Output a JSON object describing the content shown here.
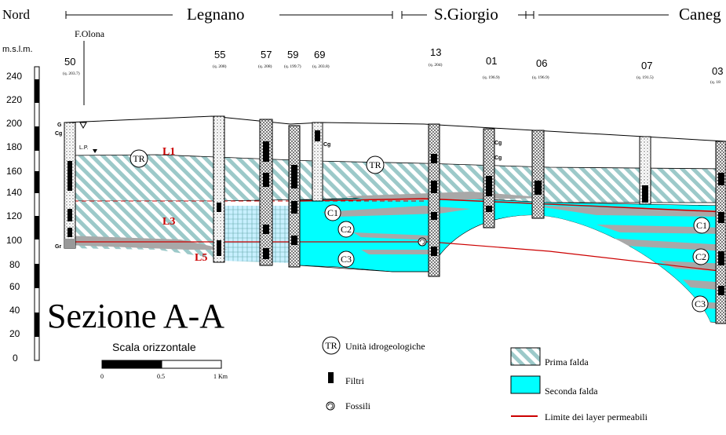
{
  "header": {
    "nord": "Nord",
    "towns": {
      "legnano": "Legnano",
      "sgiorgio": "S.Giorgio",
      "canegrate": "Caneg"
    }
  },
  "axis": {
    "unit": "m.s.l.m.",
    "ticks": [
      "240",
      "220",
      "200",
      "180",
      "160",
      "140",
      "120",
      "100",
      "80",
      "60",
      "40",
      "20",
      "0"
    ]
  },
  "river": "F.Olona",
  "wells": [
    {
      "id": "50",
      "q": "(q. 203.7)"
    },
    {
      "id": "55",
      "q": "(q. 208)"
    },
    {
      "id": "57",
      "q": "(q. 208)"
    },
    {
      "id": "59",
      "q": "(q. 199.7)"
    },
    {
      "id": "69",
      "q": "(q. 203.8)"
    },
    {
      "id": "13",
      "q": "(q. 204)"
    },
    {
      "id": "01",
      "q": "(q. 196.9)"
    },
    {
      "id": "06",
      "q": "(q. 196.9)"
    },
    {
      "id": "07",
      "q": "(q. 191.5)"
    },
    {
      "id": "03",
      "q": "(q. 18"
    }
  ],
  "strata_codes": {
    "g": "G",
    "cg": "Cg",
    "gr": "Gr",
    "lp": "L.P."
  },
  "layers": {
    "l1": "L1",
    "l3": "L3",
    "l5": "L5"
  },
  "units": {
    "tr": "TR",
    "c1": "C1",
    "c2": "C2",
    "c3": "C3"
  },
  "colors": {
    "aquifer_first": "#9cc9c9",
    "aquifer_second": "#00ffff",
    "limit_line": "#cc0000",
    "label_red": "#cc0000",
    "clay": "#a8a8a8"
  },
  "section_title": "Sezione A-A",
  "scale": {
    "title": "Scala orizzontale",
    "labels": [
      "0",
      "0.5",
      "1 Km"
    ]
  },
  "legend": {
    "units_symbol": "TR",
    "units_label": "Unità idrogeologiche",
    "filters_label": "Filtri",
    "fossils_label": "Fossili",
    "prima_falda": "Prima falda",
    "seconda_falda": "Seconda falda",
    "limite": "Limite dei layer permeabili"
  }
}
